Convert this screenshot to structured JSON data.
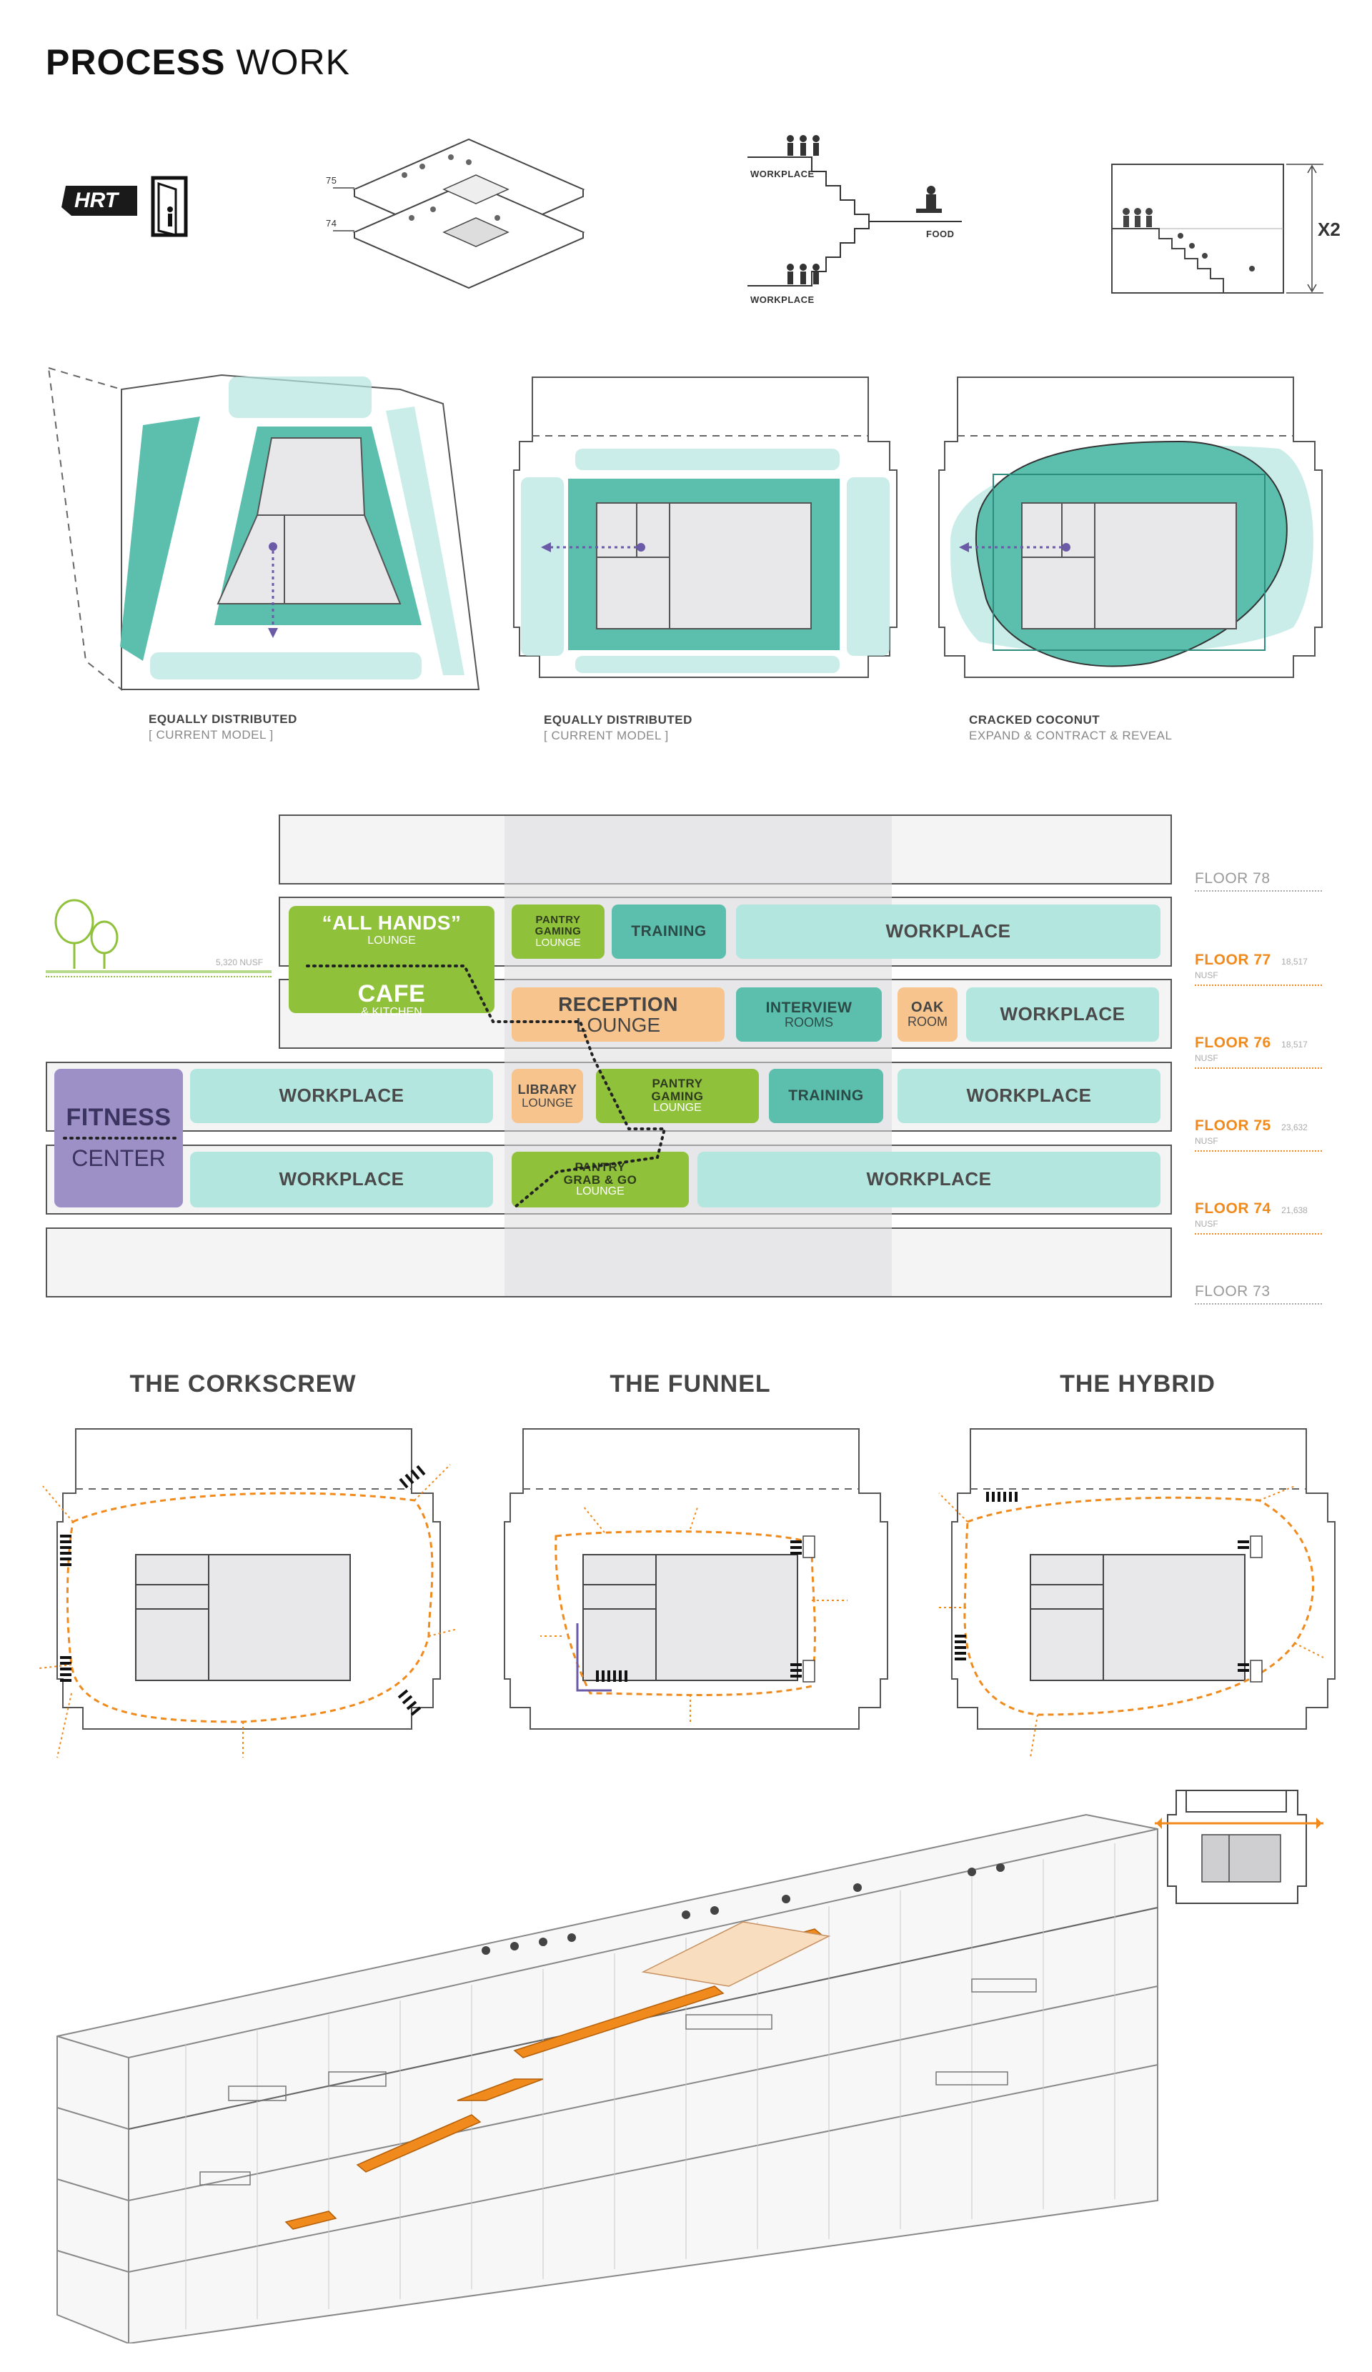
{
  "page": {
    "title_bold": "PROCESS",
    "title_rest": " WORK"
  },
  "top_diagrams": {
    "logo_text": "HRT",
    "stack_label_75": "75",
    "stack_label_74": "74",
    "stair_workplace_top": "WORKPLACE",
    "stair_food": "FOOD",
    "stair_workplace_bottom": "WORKPLACE",
    "multiplier": "X2"
  },
  "models": [
    {
      "caption": "EQUALLY DISTRIBUTED",
      "sub": "[ CURRENT MODEL ]"
    },
    {
      "caption": "EQUALLY DISTRIBUTED",
      "sub": "[ CURRENT MODEL ]"
    },
    {
      "caption": "CRACKED COCONUT",
      "sub": "EXPAND & CONTRACT & REVEAL"
    }
  ],
  "stacking": {
    "terrace_nusf": "5,320 NUSF",
    "floors": [
      {
        "label": "FLOOR 78",
        "nusf": "",
        "active": false
      },
      {
        "label": "FLOOR 77",
        "nusf": "18,517 NUSF",
        "active": true
      },
      {
        "label": "FLOOR 76",
        "nusf": "18,517 NUSF",
        "active": true
      },
      {
        "label": "FLOOR 75",
        "nusf": "23,632 NUSF",
        "active": true
      },
      {
        "label": "FLOOR 74",
        "nusf": "21,638 NUSF",
        "active": true
      },
      {
        "label": "FLOOR 73",
        "nusf": "",
        "active": false
      }
    ],
    "rooms": {
      "all_hands_title": "“ALL HANDS”",
      "all_hands_sub": "LOUNGE",
      "cafe_title": "CAFE",
      "cafe_sub": "& KITCHEN",
      "f77_pantry_1": "PANTRY",
      "f77_pantry_2": "GAMING",
      "f77_pantry_3": "LOUNGE",
      "f77_training": "TRAINING",
      "f77_workplace": "WORKPLACE",
      "reception_title": "RECEPTION",
      "reception_sub": "LOUNGE",
      "interview_title": "INTERVIEW",
      "interview_sub": "ROOMS",
      "oak_title": "OAK",
      "oak_sub": "ROOM",
      "f76_workplace": "WORKPLACE",
      "fitness_title": "FITNESS",
      "fitness_sub": "CENTER",
      "f75_workplace_left": "WORKPLACE",
      "library_title": "LIBRARY",
      "library_sub": "LOUNGE",
      "f75_pantry_1": "PANTRY",
      "f75_pantry_2": "GAMING",
      "f75_pantry_3": "LOUNGE",
      "f75_training": "TRAINING",
      "f75_workplace_right": "WORKPLACE",
      "f74_workplace_left": "WORKPLACE",
      "f74_pantry_1": "PANTRY",
      "f74_pantry_2": "GRAB & GO",
      "f74_pantry_3": "LOUNGE",
      "f74_workplace_right": "WORKPLACE"
    }
  },
  "paths": [
    {
      "title": "THE CORKSCREW"
    },
    {
      "title": "THE FUNNEL"
    },
    {
      "title": "THE HYBRID"
    }
  ],
  "colors": {
    "mint": "#b4e6e0",
    "teal": "#5cbfae",
    "lime": "#8fc13b",
    "peach": "#f8c48d",
    "lavender": "#9d90c7",
    "accent_orange": "#f08a1c",
    "path_purple": "#6b5aa8"
  }
}
